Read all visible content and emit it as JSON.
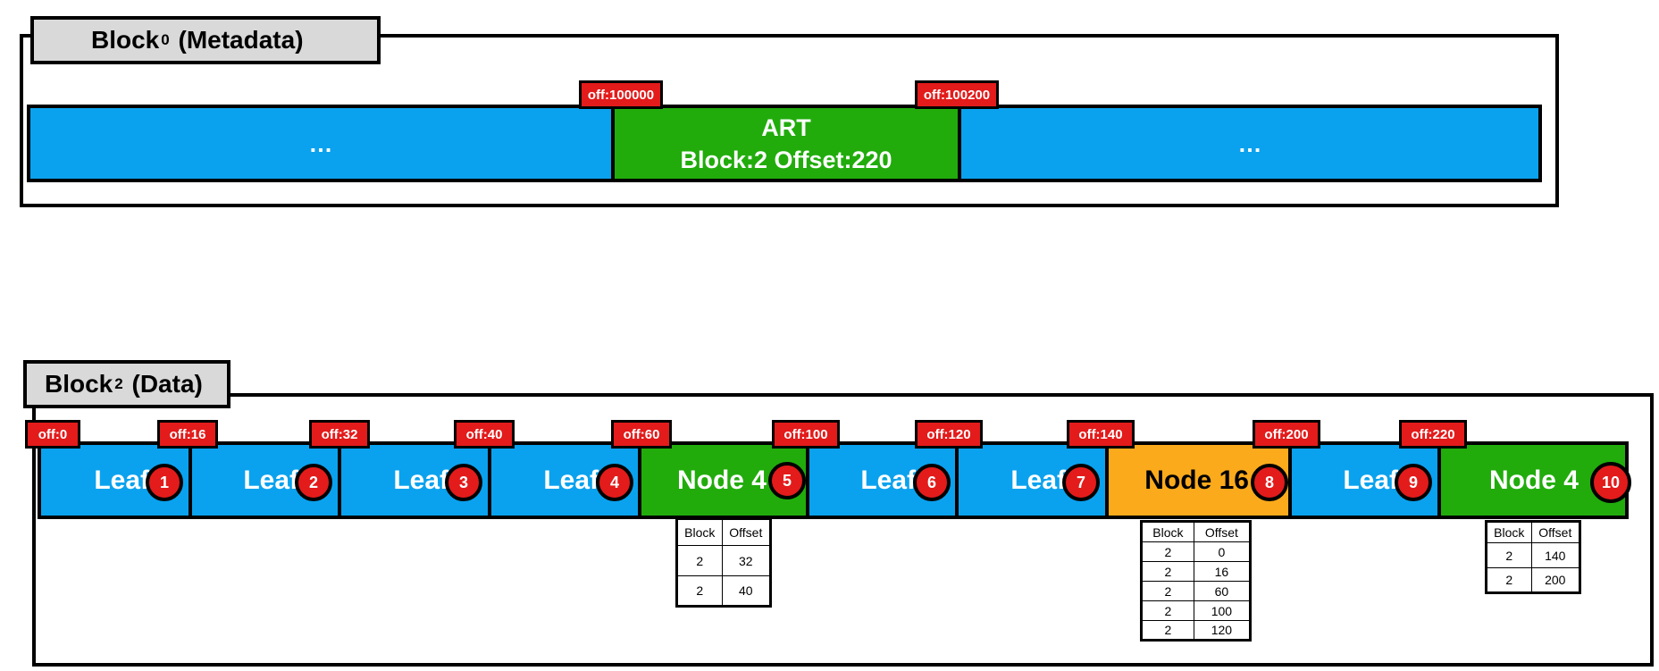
{
  "metadata_block": {
    "title_main": "Block",
    "title_sub": "0",
    "title_rest": "(Metadata)",
    "segments": [
      {
        "label": "…"
      },
      {
        "line1": "ART",
        "line2": "Block:2 Offset:220"
      },
      {
        "label": "…"
      }
    ],
    "offsets": [
      "off:100000",
      "off:100200"
    ]
  },
  "data_block": {
    "title_main": "Block",
    "title_sub": "2",
    "title_rest": "(Data)",
    "offsets": [
      "off:0",
      "off:16",
      "off:32",
      "off:40",
      "off:60",
      "off:100",
      "off:120",
      "off:140",
      "off:200",
      "off:220"
    ],
    "segments": [
      {
        "label": "Leaf",
        "num": "1",
        "kind": "leaf"
      },
      {
        "label": "Leaf",
        "num": "2",
        "kind": "leaf"
      },
      {
        "label": "Leaf",
        "num": "3",
        "kind": "leaf"
      },
      {
        "label": "Leaf",
        "num": "4",
        "kind": "leaf"
      },
      {
        "label": "Node 4",
        "num": "5",
        "kind": "node4"
      },
      {
        "label": "Leaf",
        "num": "6",
        "kind": "leaf"
      },
      {
        "label": "Leaf",
        "num": "7",
        "kind": "leaf"
      },
      {
        "label": "Node 16",
        "num": "8",
        "kind": "node16"
      },
      {
        "label": "Leaf",
        "num": "9",
        "kind": "leaf"
      },
      {
        "label": "Node 4",
        "num": "10",
        "kind": "node4"
      }
    ],
    "tables": [
      {
        "headers": [
          "Block",
          "Offset"
        ],
        "rows": [
          [
            "2",
            "32"
          ],
          [
            "2",
            "40"
          ]
        ]
      },
      {
        "headers": [
          "Block",
          "Offset"
        ],
        "rows": [
          [
            "2",
            "0"
          ],
          [
            "2",
            "16"
          ],
          [
            "2",
            "60"
          ],
          [
            "2",
            "100"
          ],
          [
            "2",
            "120"
          ]
        ]
      },
      {
        "headers": [
          "Block",
          "Offset"
        ],
        "rows": [
          [
            "2",
            "140"
          ],
          [
            "2",
            "200"
          ]
        ]
      }
    ]
  },
  "colors": {
    "leaf": "#0aa2ee",
    "node4": "#21ac0c",
    "node16": "#fbaa1c",
    "badge": "#e31b1b",
    "tab": "#d9d9d9"
  }
}
